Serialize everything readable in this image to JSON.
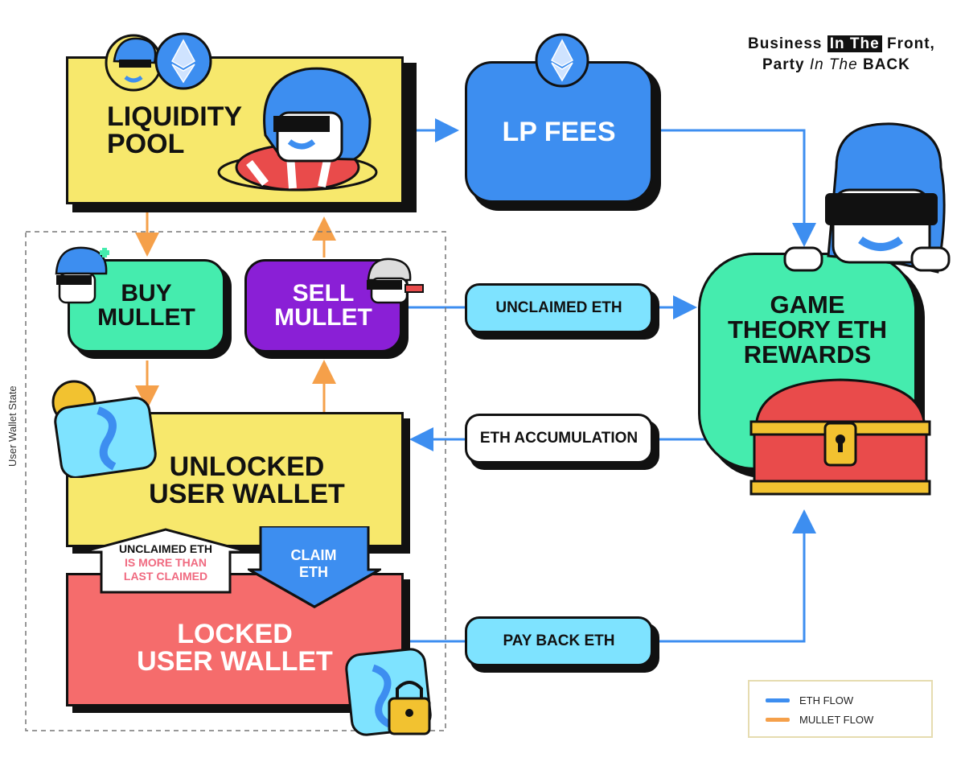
{
  "brand": {
    "line1_a": "Business ",
    "line1_hl": "In The",
    "line1_b": " Front,",
    "line2_a": "Party ",
    "line2_it": "In The",
    "line2_hl": "BACK"
  },
  "nodes": {
    "liquidity_pool": {
      "line1": "LIQUIDITY",
      "line2": "POOL"
    },
    "lp_fees": {
      "label": "LP FEES"
    },
    "buy_mullet": {
      "line1": "BUY",
      "line2": "MULLET"
    },
    "sell_mullet": {
      "line1": "SELL",
      "line2": "MULLET"
    },
    "game_theory": {
      "line1": "GAME",
      "line2": "THEORY ETH",
      "line3": "REWARDS"
    },
    "unlocked_wallet": {
      "line1": "UNLOCKED",
      "line2": "USER WALLET"
    },
    "locked_wallet": {
      "line1": "LOCKED",
      "line2": "USER WALLET"
    }
  },
  "edge_labels": {
    "unclaimed_eth": "UNCLAIMED ETH",
    "eth_accumulation": "ETH ACCUMULATION",
    "pay_back_eth": "PAY BACK ETH"
  },
  "up_arrow": {
    "line1": "UNCLAIMED ETH",
    "line2": "IS MORE THAN",
    "line3": "LAST CLAIMED"
  },
  "down_arrow": {
    "line1": "CLAIM",
    "line2": "ETH"
  },
  "group_label": "User Wallet State",
  "legend": {
    "eth_flow": "ETH FLOW",
    "mullet_flow": "MULLET FLOW"
  },
  "colors": {
    "yellow": "#f7e86c",
    "blue": "#3d8ef0",
    "green": "#45ecae",
    "purple": "#8a1fd6",
    "red": "#f56c6c",
    "light_blue": "#7ee3ff",
    "eth_flow": "#3d8ef0",
    "mullet_flow": "#f5a04a"
  }
}
